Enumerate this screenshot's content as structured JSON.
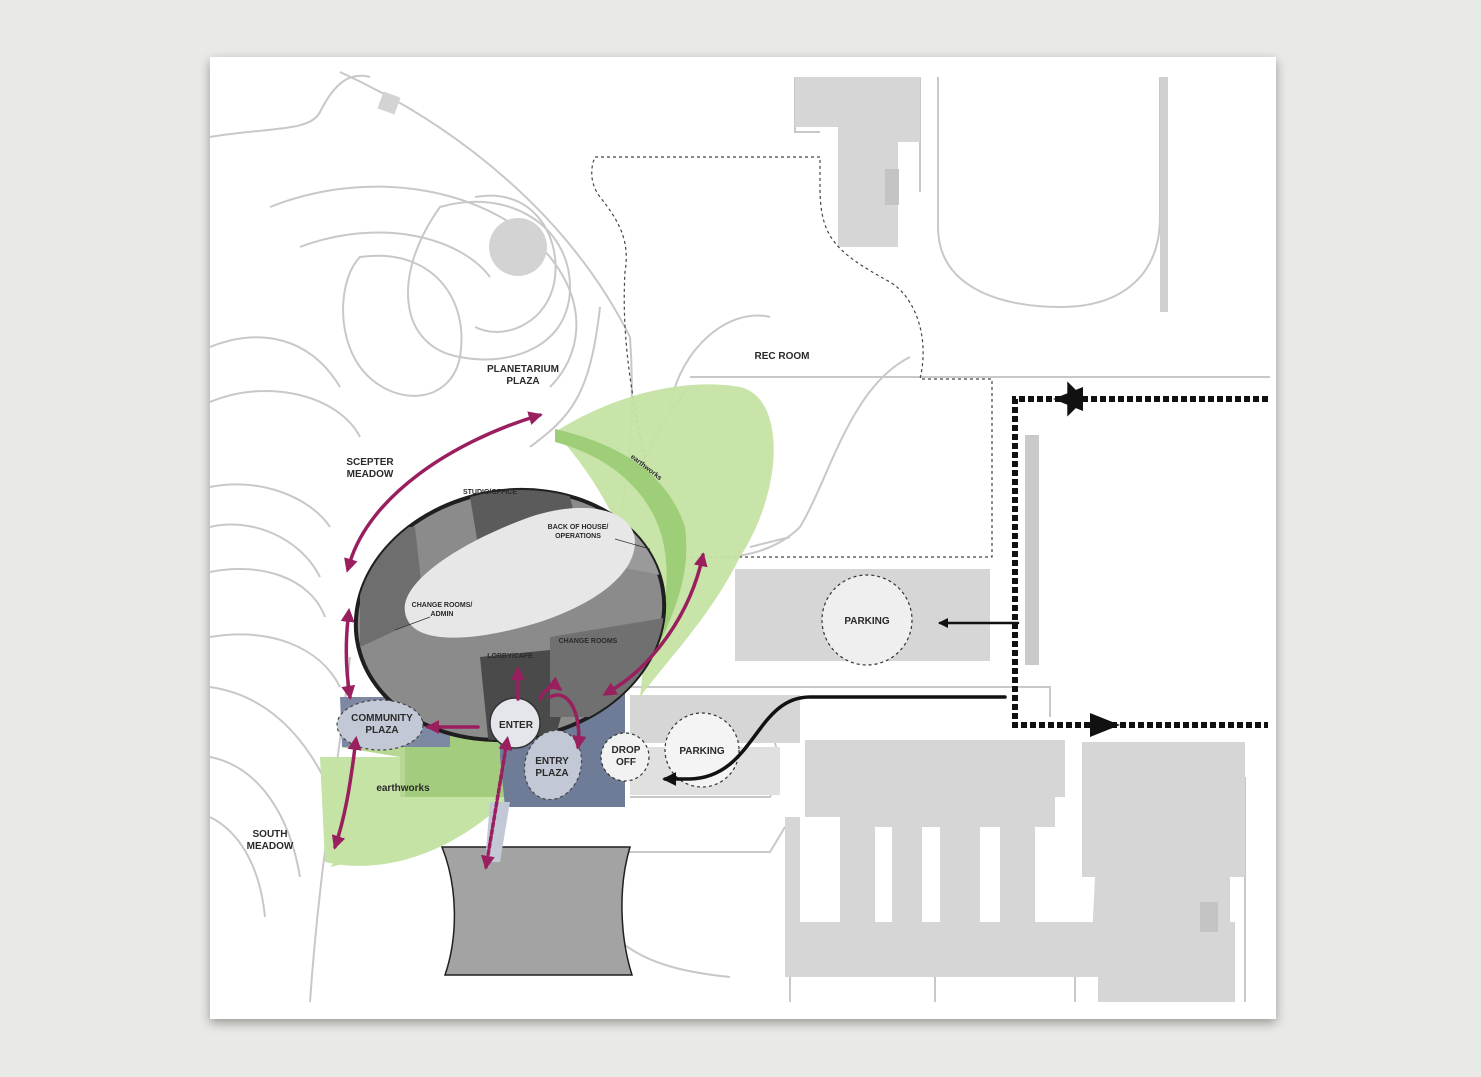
{
  "colors": {
    "sheet_bg": "#ffffff",
    "page_bg": "#e9e9e6",
    "context_line": "#c8c8c8",
    "context_building": "#d6d6d6",
    "green_zone": "#c5e3a4",
    "blue_zone": "#6e7c97",
    "magenta_arrow": "#9a1f5e",
    "arena_outer": "#6b6b6b",
    "arena_dark": "#4a4a4a",
    "arena_light": "#e7e7e7",
    "vehicle_route": "#111111"
  },
  "labels": {
    "planetarium_plaza_1": "PLANETARIUM",
    "planetarium_plaza_2": "PLAZA",
    "scepter_meadow_1": "SCEPTER",
    "scepter_meadow_2": "MEADOW",
    "south_meadow_1": "SOUTH",
    "south_meadow_2": "MEADOW",
    "rec_room": "REC ROOM",
    "studio_office": "STUDIO/OFFICE",
    "back_of_house_1": "BACK OF HOUSE/",
    "back_of_house_2": "OPERATIONS",
    "change_rooms_admin_1": "CHANGE ROOMS/",
    "change_rooms_admin_2": "ADMIN",
    "change_rooms": "CHANGE ROOMS",
    "lobby_cafe": "LOBBY/CAFE",
    "enter": "ENTER",
    "community_plaza_1": "COMMUNITY",
    "community_plaza_2": "PLAZA",
    "entry_plaza_1": "ENTRY",
    "entry_plaza_2": "PLAZA",
    "drop_off_1": "DROP",
    "drop_off_2": "OFF",
    "parking_lower": "PARKING",
    "parking_upper": "PARKING",
    "earthworks_lower": "earthworks",
    "earthworks_upper": "earthworks"
  },
  "icons": {
    "pedestrian_flow": "magenta-double-arrow-icon",
    "vehicle_flow": "black-arrow-icon",
    "site_access": "dotted-arrow-icon"
  }
}
